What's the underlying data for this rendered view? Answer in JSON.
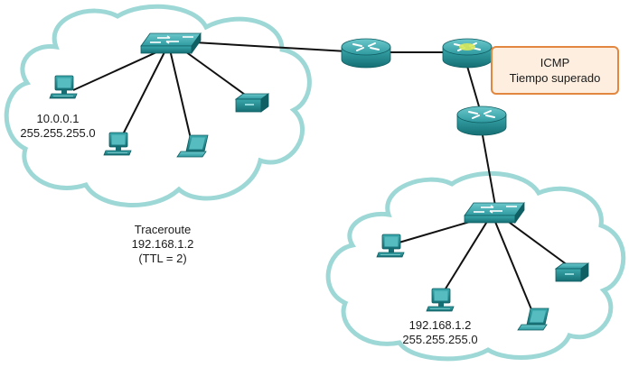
{
  "left_network": {
    "host_ip": "10.0.0.1",
    "host_mask": "255.255.255.0"
  },
  "right_network": {
    "host_ip": "192.168.1.2",
    "host_mask": "255.255.255.0"
  },
  "traceroute": {
    "title": "Traceroute",
    "target": "192.168.1.2",
    "ttl": "(TTL = 2)"
  },
  "icmp_message": {
    "line1": "ICMP",
    "line2": "Tiempo superado"
  },
  "colors": {
    "cloud_outline": "#9dd8d6",
    "device_teal": "#1f8f95",
    "device_dark": "#136f74",
    "link": "#111111",
    "icmp_border": "#e2873f",
    "icmp_fill": "#fdeedf",
    "highlight": "#d8e85a"
  }
}
